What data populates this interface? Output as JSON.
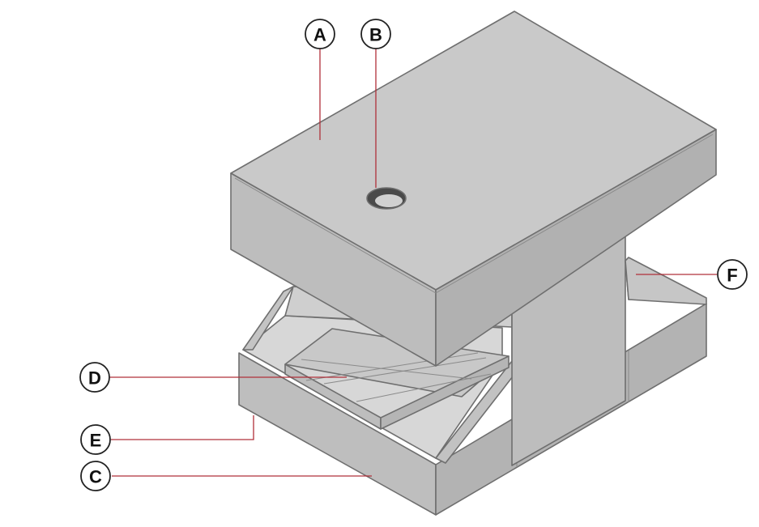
{
  "diagram": {
    "colors": {
      "face_top": "#c9c9c9",
      "face_front": "#bdbdbd",
      "face_side": "#b2b2b2",
      "inner": "#d6d6d6",
      "leader": "#b0303a"
    },
    "callouts": [
      {
        "id": "A",
        "label": "A"
      },
      {
        "id": "B",
        "label": "B"
      },
      {
        "id": "C",
        "label": "C"
      },
      {
        "id": "D",
        "label": "D"
      },
      {
        "id": "E",
        "label": "E"
      },
      {
        "id": "F",
        "label": "F"
      }
    ]
  }
}
